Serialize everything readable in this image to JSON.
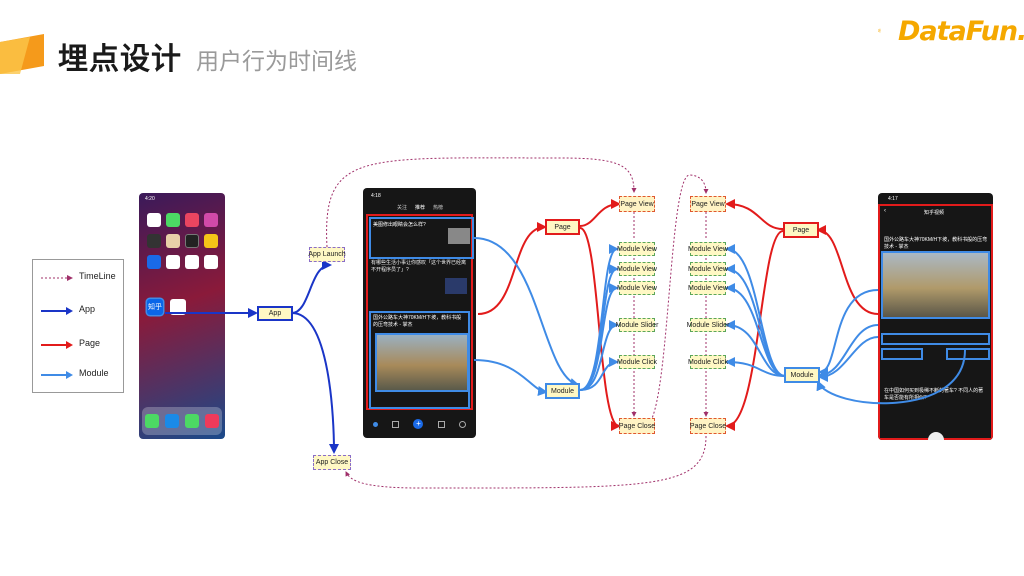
{
  "header": {
    "title": "埋点设计",
    "subtitle": "用户行为时间线",
    "brand": "DataFun."
  },
  "legend": {
    "items": [
      {
        "label": "TimeLine",
        "color": "#a0306a"
      },
      {
        "label": "App",
        "color": "#1a35c7"
      },
      {
        "label": "Page",
        "color": "#e21b1b"
      },
      {
        "label": "Module",
        "color": "#3f8be6"
      }
    ]
  },
  "nodes": {
    "app": "App",
    "app_launch": "App Launch",
    "app_close": "App Close",
    "page_left": "Page",
    "module_left": "Module",
    "page_right": "Page",
    "module_right": "Module",
    "col1": [
      "Page View",
      "Module View",
      "Module View",
      "Module View",
      "Module Slider",
      "Module Click",
      "Page Close"
    ],
    "col2": [
      "Page View",
      "Module View",
      "Module View",
      "Module View",
      "Module Slider",
      "Module Click",
      "Page Close"
    ]
  },
  "phones": {
    "home": {
      "time": "4:20",
      "app_label": "知乎"
    },
    "feed": {
      "time": "4:18",
      "tabs": [
        "关注",
        "推荐",
        "热榜"
      ],
      "items": [
        "美图修出眼睛会怎么样?",
        "有哪些生活小事让你感叹「这个世界已经离不开程序员了」?",
        "国外公路车大神70KM/H下坡，教科书般的压弯技术 - 掌杰"
      ]
    },
    "video": {
      "time": "4:17",
      "header": "知乎视频",
      "title": "国外公路车大神70KM/H下坡，教科书般的压弯技术 - 掌杰",
      "question": "在中国如何买到极稀不断的著车? 不同人的著车是否能有所相似?"
    }
  },
  "colors": {
    "timeline": "#a0306a",
    "app": "#1a35c7",
    "page": "#e21b1b",
    "module": "#3f8be6",
    "node_fill": "#fff8c4",
    "brand": "#f5a800"
  }
}
